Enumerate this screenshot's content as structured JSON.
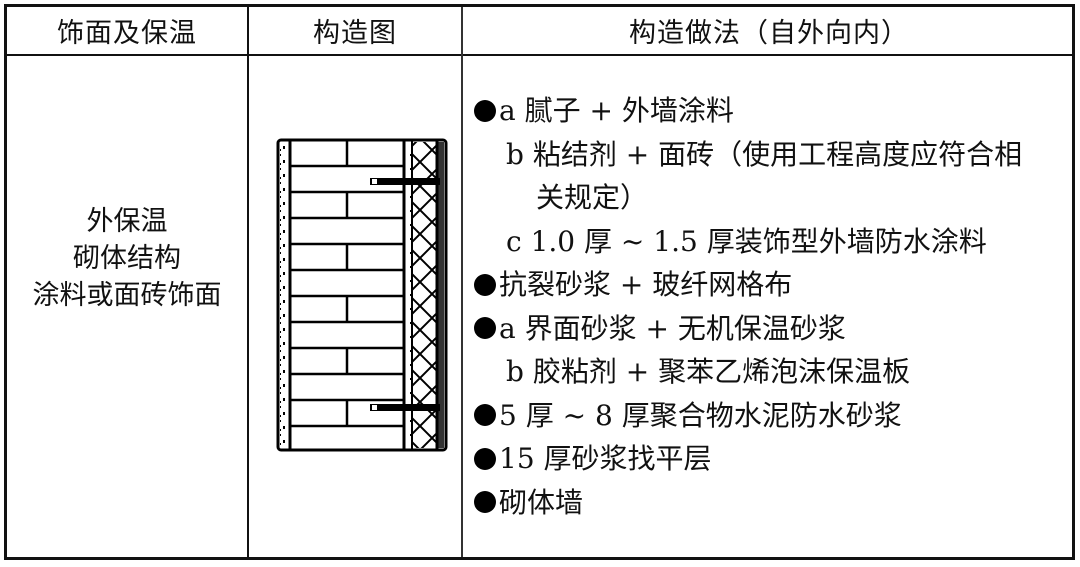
{
  "table": {
    "headers": [
      "饰面及保温",
      "构造图",
      "构造做法（自外向内）"
    ],
    "row": {
      "type_lines": [
        "外保温",
        "砌体结构",
        "涂料或面砖饰面"
      ],
      "diagram_label": "wall-section-diagram",
      "method_lines": [
        {
          "bullet": true,
          "indent": 0,
          "text": "a 腻子 + 外墙涂料"
        },
        {
          "bullet": false,
          "indent": 1,
          "text": "b 粘结剂 + 面砖（使用工程高度应符合相"
        },
        {
          "bullet": false,
          "indent": 2,
          "text": "关规定）"
        },
        {
          "bullet": false,
          "indent": 1,
          "text": "c 1.0 厚 ~ 1.5 厚装饰型外墙防水涂料"
        },
        {
          "bullet": true,
          "indent": 0,
          "text": "抗裂砂浆 + 玻纤网格布"
        },
        {
          "bullet": true,
          "indent": 0,
          "text": "a 界面砂浆 + 无机保温砂浆"
        },
        {
          "bullet": false,
          "indent": 1,
          "text": "b 胶粘剂 + 聚苯乙烯泡沫保温板"
        },
        {
          "bullet": true,
          "indent": 0,
          "text": "5 厚 ~ 8 厚聚合物水泥防水砂浆"
        },
        {
          "bullet": true,
          "indent": 0,
          "text": "15 厚砂浆找平层"
        },
        {
          "bullet": true,
          "indent": 0,
          "text": "砌体墙"
        }
      ]
    }
  }
}
